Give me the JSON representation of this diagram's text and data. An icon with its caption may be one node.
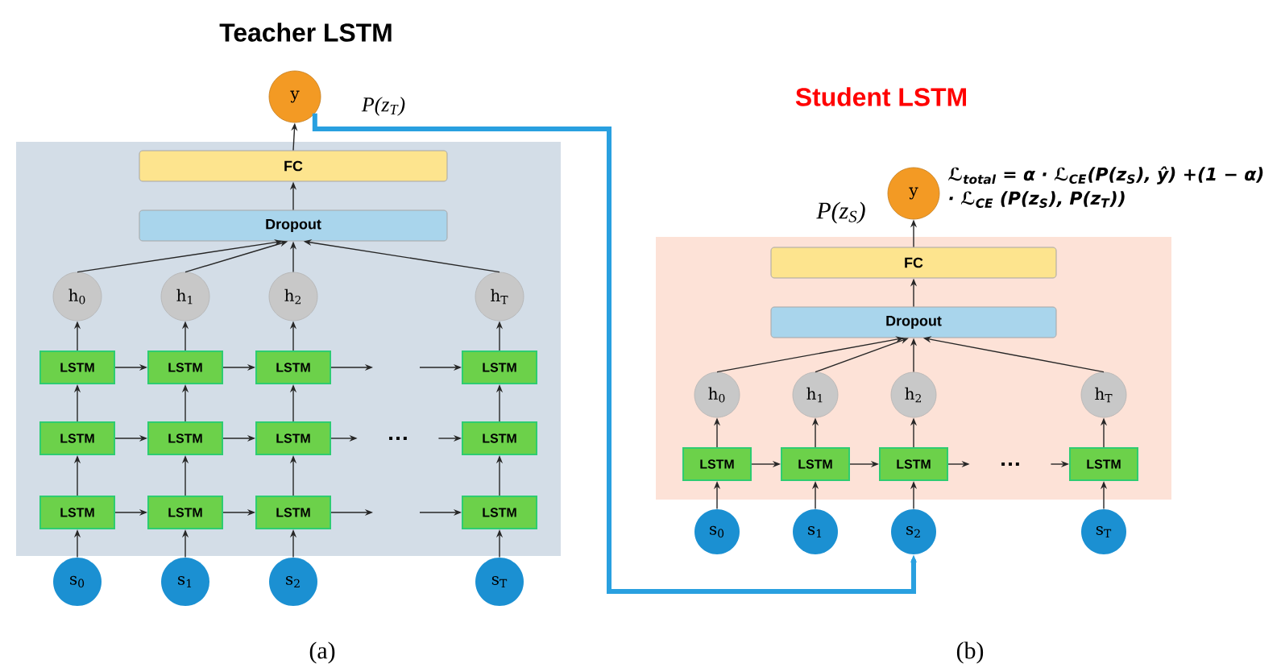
{
  "diagram": {
    "nodes": [
      {
        "text": [],
        "shape": "box"
      },
      {
        "text": [
          "y"
        ],
        "beside": [
          "P(z$_{T}$)"
        ]
      },
      {
        "text": [
          "FC"
        ],
        "in": 0
      },
      {
        "text": [
          "Dropout"
        ],
        "in": 0
      },
      {
        "text": [
          "h$_{0}$"
        ],
        "in": 0
      },
      {
        "text": [
          "h$_{1}$"
        ],
        "in": 0
      },
      {
        "text": [
          "h$_{2}$"
        ],
        "in": 0
      },
      {
        "text": [
          "h$_{T}$"
        ],
        "in": 0
      },
      {
        "text": [
          "LSTM"
        ],
        "in": 0
      },
      {
        "text": [
          "LSTM"
        ],
        "in": 0
      },
      {
        "text": [
          "LSTM"
        ],
        "in": 0
      },
      {
        "text": [
          "LSTM"
        ],
        "in": 0
      },
      {
        "text": [
          "LSTM"
        ],
        "in": 0
      },
      {
        "text": [
          "LSTM"
        ],
        "in": 0
      },
      {
        "text": [
          "LSTM"
        ],
        "in": 0
      },
      {
        "text": [
          "LSTM"
        ],
        "in": 0
      },
      {
        "text": [
          "LSTM"
        ],
        "in": 0
      },
      {
        "text": [
          "LSTM"
        ],
        "in": 0
      },
      {
        "text": [
          "LSTM"
        ],
        "in": 0
      },
      {
        "text": [
          "LSTM"
        ],
        "in": 0
      },
      {
        "text": [
          "s$_{0}$"
        ]
      },
      {
        "text": [
          "s$_{1}$"
        ]
      },
      {
        "text": [
          "s$_{2}$"
        ]
      },
      {
        "text": [
          "s$_{T}$"
        ]
      },
      {
        "text": [],
        "shape": "box"
      },
      {
        "text": [
          "y"
        ],
        "beside": [
          "P(z$_{S}$)"
        ]
      },
      {
        "text": [
          "FC"
        ],
        "in": 24
      },
      {
        "text": [
          "Dropout"
        ],
        "in": 24
      },
      {
        "text": [
          "h$_{0}$"
        ],
        "in": 24
      },
      {
        "text": [
          "h$_{1}$"
        ],
        "in": 24
      },
      {
        "text": [
          "h$_{2}$"
        ],
        "in": 24
      },
      {
        "text": [
          "h$_{T}$"
        ],
        "in": 24
      },
      {
        "text": [
          "LSTM"
        ],
        "in": 24
      },
      {
        "text": [
          "LSTM"
        ],
        "in": 24
      },
      {
        "text": [
          "LSTM"
        ],
        "in": 24
      },
      {
        "text": [
          "LSTM"
        ],
        "in": 24
      },
      {
        "text": [
          "s$_{0}$"
        ]
      },
      {
        "text": [
          "s$_{1}$"
        ]
      },
      {
        "text": [
          "s$_{2}$"
        ]
      },
      {
        "text": [
          "s$_{T}$"
        ]
      },
      {
        "text": [
          "…"
        ],
        "in": 0
      },
      {
        "text": [
          "…"
        ],
        "in": 24
      }
    ],
    "edges": [
      {
        "from": 2,
        "to": 1,
        "arrow": "to"
      },
      {
        "from": 3,
        "to": 2,
        "arrow": "to"
      },
      {
        "from": 4,
        "to": 3,
        "arrow": "to"
      },
      {
        "from": 5,
        "to": 3,
        "arrow": "to"
      },
      {
        "from": 6,
        "to": 3,
        "arrow": "to"
      },
      {
        "from": 7,
        "to": 3,
        "arrow": "to"
      },
      {
        "from": 8,
        "to": 4,
        "arrow": "to"
      },
      {
        "from": 9,
        "to": 5,
        "arrow": "to"
      },
      {
        "from": 10,
        "to": 6,
        "arrow": "to"
      },
      {
        "from": 11,
        "to": 7,
        "arrow": "to"
      },
      {
        "from": 12,
        "to": 8,
        "arrow": "to"
      },
      {
        "from": 13,
        "to": 9,
        "arrow": "to"
      },
      {
        "from": 14,
        "to": 10,
        "arrow": "to"
      },
      {
        "from": 15,
        "to": 11,
        "arrow": "to"
      },
      {
        "from": 16,
        "to": 12,
        "arrow": "to"
      },
      {
        "from": 17,
        "to": 13,
        "arrow": "to"
      },
      {
        "from": 18,
        "to": 14,
        "arrow": "to"
      },
      {
        "from": 19,
        "to": 15,
        "arrow": "to"
      },
      {
        "from": 20,
        "to": 16,
        "arrow": "to"
      },
      {
        "from": 21,
        "to": 17,
        "arrow": "to"
      },
      {
        "from": 22,
        "to": 18,
        "arrow": "to"
      },
      {
        "from": 23,
        "to": 19,
        "arrow": "to"
      },
      {
        "from": 8,
        "to": 9,
        "arrow": "to"
      },
      {
        "from": 9,
        "to": 10,
        "arrow": "to"
      },
      {
        "from": 10,
        "to": null,
        "arrow": "to"
      },
      {
        "from": null,
        "to": 11,
        "arrow": "to"
      },
      {
        "from": 12,
        "to": 13,
        "arrow": "to"
      },
      {
        "from": 13,
        "to": 14,
        "arrow": "to"
      },
      {
        "from": 14,
        "to": 40,
        "arrow": "to"
      },
      {
        "from": 40,
        "to": 15,
        "arrow": "to"
      },
      {
        "from": 16,
        "to": 17,
        "arrow": "to"
      },
      {
        "from": 17,
        "to": 18,
        "arrow": "to"
      },
      {
        "from": 18,
        "to": null,
        "arrow": "to"
      },
      {
        "from": null,
        "to": 19,
        "arrow": "to"
      },
      {
        "from": 1,
        "to": 38,
        "arrow": "to",
        "style": "thick",
        "color": "#29a0e0"
      },
      {
        "from": 26,
        "to": 25,
        "arrow": "to"
      },
      {
        "from": 27,
        "to": 26,
        "arrow": "to"
      },
      {
        "from": 28,
        "to": 27,
        "arrow": "to"
      },
      {
        "from": 29,
        "to": 27,
        "arrow": "to"
      },
      {
        "from": 30,
        "to": 27,
        "arrow": "to"
      },
      {
        "from": 31,
        "to": 27,
        "arrow": "to"
      },
      {
        "from": 32,
        "to": 28,
        "arrow": "to"
      },
      {
        "from": 33,
        "to": 29,
        "arrow": "to"
      },
      {
        "from": 34,
        "to": 30,
        "arrow": "to"
      },
      {
        "from": 35,
        "to": 31,
        "arrow": "to"
      },
      {
        "from": 36,
        "to": 32,
        "arrow": "to"
      },
      {
        "from": 37,
        "to": 33,
        "arrow": "to"
      },
      {
        "from": 38,
        "to": 34,
        "arrow": "to"
      },
      {
        "from": 39,
        "to": 35,
        "arrow": "to"
      },
      {
        "from": 32,
        "to": 33,
        "arrow": "to"
      },
      {
        "from": 33,
        "to": 34,
        "arrow": "to"
      },
      {
        "from": 34,
        "to": 41,
        "arrow": "to"
      },
      {
        "from": 41,
        "to": 35,
        "arrow": "to"
      }
    ],
    "labels": [
      "Teacher LSTM",
      "Student LSTM",
      "ℒ$_{total}$ = α · ℒ$_{CE}$(P(z$_{S}$), ŷ) +(1 − α) · ℒ$_{CE}$ (P(z$_{S}$), P(z$_{T}$))",
      "(a)",
      "(b)"
    ]
  }
}
